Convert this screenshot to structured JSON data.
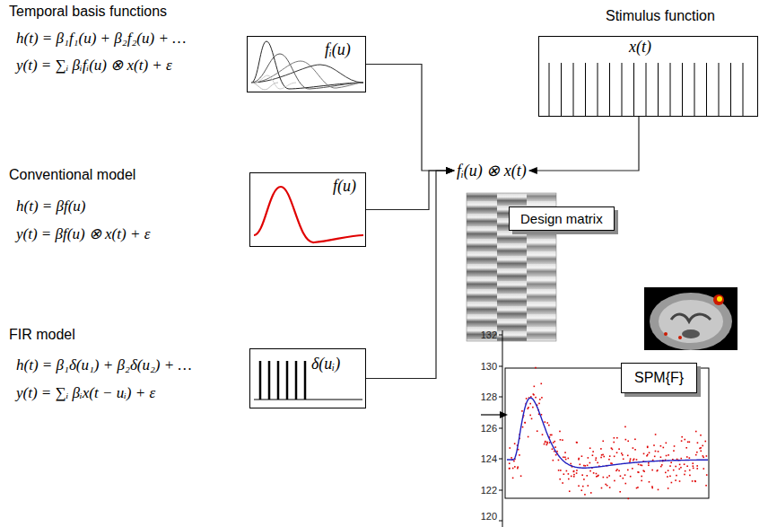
{
  "diagram": {
    "nodes": [
      {
        "text": [
          "fᵢ(u)"
        ]
      },
      {
        "text": [
          "Stimulus function",
          "x(t)"
        ]
      },
      {
        "text": [
          "f(u)"
        ]
      },
      {
        "text": [
          "δ(uᵢ)"
        ]
      },
      {
        "text": [
          "fᵢ(u) ⊗ x(t)"
        ]
      },
      {
        "text": [
          "Design matrix"
        ]
      },
      {
        "text": [
          "SPM{F}"
        ]
      }
    ],
    "edges": [
      {
        "from": 0,
        "to": 4,
        "arrow": "to"
      },
      {
        "from": 1,
        "to": 4,
        "arrow": "to"
      },
      {
        "from": 2,
        "to": 4,
        "arrow": "to"
      },
      {
        "from": 3,
        "to": 4,
        "arrow": "to"
      }
    ],
    "labels": [
      "Temporal basis functions",
      "h(t) = β₁f₁(u) + β₂f₂(u) + …",
      "y(t) = ∑ᵢ βᵢfᵢ(u) ⊗ x(t) + ε",
      "Conventional model",
      "h(t) = βf(u)",
      "y(t) = βf(u) ⊗ x(t) + ε",
      "FIR model",
      "h(t) = β₁δ(u₁) + β₂δ(u₂) + …",
      "y(t) = ∑ᵢ βᵢx(t − uᵢ) + ε",
      "132",
      "130",
      "128",
      "126",
      "124",
      "122",
      "120"
    ]
  }
}
